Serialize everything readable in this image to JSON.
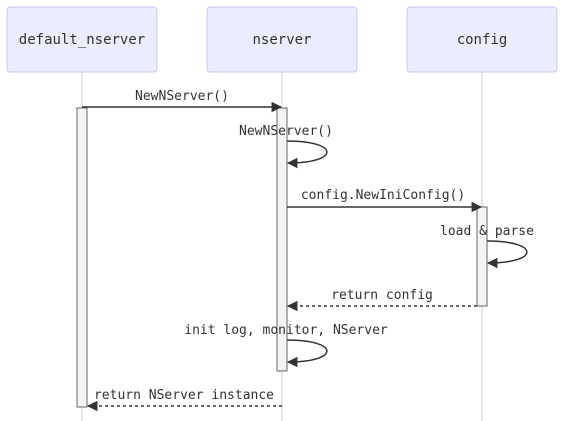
{
  "diagram": {
    "actors": [
      {
        "id": "default_nserver",
        "label": "default_nserver"
      },
      {
        "id": "nserver",
        "label": "nserver"
      },
      {
        "id": "config",
        "label": "config"
      }
    ],
    "messages": [
      {
        "label": "NewNServer()"
      },
      {
        "label": "NewNServer()"
      },
      {
        "label": "config.NewIniConfig()"
      },
      {
        "label": "load & parse"
      },
      {
        "label": "return config"
      },
      {
        "label": "init log, monitor, NServer"
      },
      {
        "label": "return NServer instance"
      }
    ],
    "colors": {
      "actor_fill": "#ececff",
      "actor_border": "#c8c8f0",
      "line": "#333333",
      "lifeline": "#cfcfcf"
    }
  }
}
